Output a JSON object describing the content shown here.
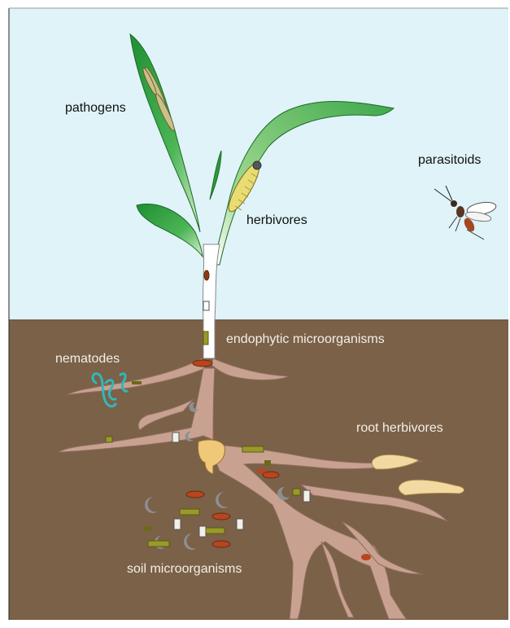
{
  "labels": {
    "pathogens": "pathogens",
    "herbivores": "herbivores",
    "parasitoids": "parasitoids",
    "endophytic": "endophytic microorganisms",
    "nematodes": "nematodes",
    "root_herbivores": "root herbivores",
    "soil_microorganisms": "soil microorganisms"
  },
  "colors": {
    "sky": "#dff3f8",
    "soil": "#7a6148",
    "root": "#c9a191",
    "root_edge": "#8f6d60",
    "leaf_dark": "#2a9a3a",
    "leaf_light": "#a6dd96",
    "stem": "#ffffff",
    "caterpillar": "#e9dc72",
    "grub": "#f2d9a2",
    "nematode": "#33b7b9",
    "microbe_olive": "#9a9a28",
    "microbe_red": "#b8451e",
    "microbe_white": "#f1efe8",
    "microbe_grey": "#8d8f91"
  }
}
